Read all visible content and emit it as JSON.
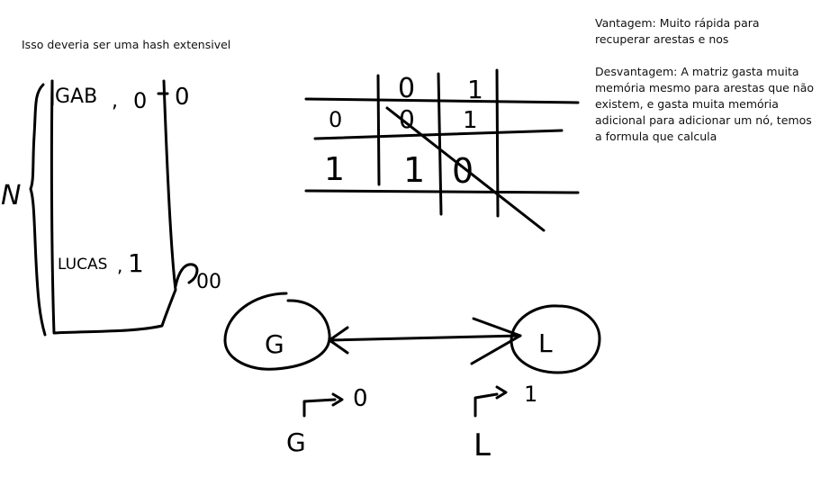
{
  "page": {
    "typed_title": "Isso deveria ser uma hash extensivel",
    "notes": {
      "advantage": "Vantagem: Muito rápida para recuperar arestas e nos",
      "disadvantage": "Desvantagem: A matriz gasta muita memória mesmo para arestas que não existem, e gasta muita memória adicional para adicionar um nó, temos a formula que calcula"
    }
  },
  "hash_table": {
    "brace_label": "N",
    "entries": [
      {
        "key": "GAB",
        "value": "0"
      },
      {
        "key": "LUCAS",
        "value": "1"
      }
    ],
    "next_empty_slot": "0",
    "overflow_pointer": "00"
  },
  "matrix": {
    "header": [
      "0",
      "1"
    ],
    "rows": [
      {
        "label": "0",
        "cells": [
          "0",
          "1"
        ]
      },
      {
        "label": "1",
        "cells": [
          "1",
          "0"
        ]
      }
    ]
  },
  "graph": {
    "nodes": [
      {
        "id": "G",
        "label": "G"
      },
      {
        "id": "L",
        "label": "L"
      }
    ],
    "edge": "G <-> L",
    "mappings": [
      {
        "from": "G",
        "to": "0"
      },
      {
        "from": "L",
        "to": "1"
      }
    ]
  }
}
